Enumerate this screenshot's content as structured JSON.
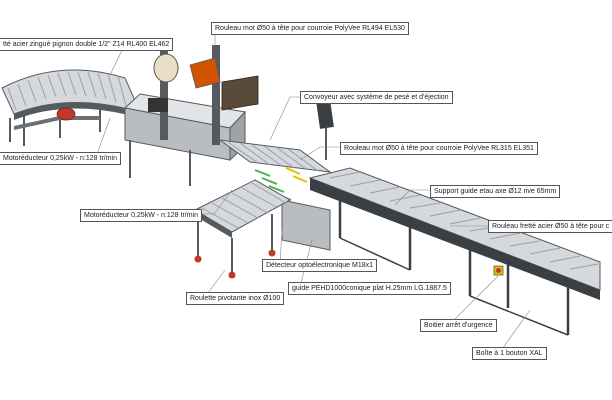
{
  "diagram": {
    "labels": {
      "rouleau_top": "Rouleau mot  Ø50 à tête pour courroie PolyVee RL494 EL530",
      "pignon": "tté acier zingué pignon double 1/2\" Z14 RL400 EL462",
      "convoyeur_pese": "Convoyeur avec système de pesé et d'éjection",
      "motoreducteur_1": "Motoréducteur 0,25kW - n:128 tr/min",
      "rouleau_mid": "Rouleau mot  Ø50 à tête pour courroie PolyVee RL315 EL351",
      "support_guide": "Support guide etau axe Ø12 rive 65mm",
      "motoreducteur_2": "Motoréducteur 0,25kW - n:128 tr/min",
      "rouleau_frette": "Rouleau fretté acier Ø50 à tête pour c",
      "detecteur": "Détecteur optoélectronique M18x1",
      "guide_pehd": "guide PEHD1000conique plat  H.25mm     LG.1887.5",
      "roulette": "Roulette pivotante inox Ø100",
      "boitier_arret": "Boitier arrêt d'urgence",
      "boite_bouton": "Boîte à 1 bouton XAL"
    },
    "colors": {
      "frame": "#555a60",
      "roller": "#c9ccd0",
      "leader": "#888888",
      "accent_red": "#c0392b",
      "accent_green": "#4caf50",
      "accent_yellow": "#e0c000"
    }
  }
}
